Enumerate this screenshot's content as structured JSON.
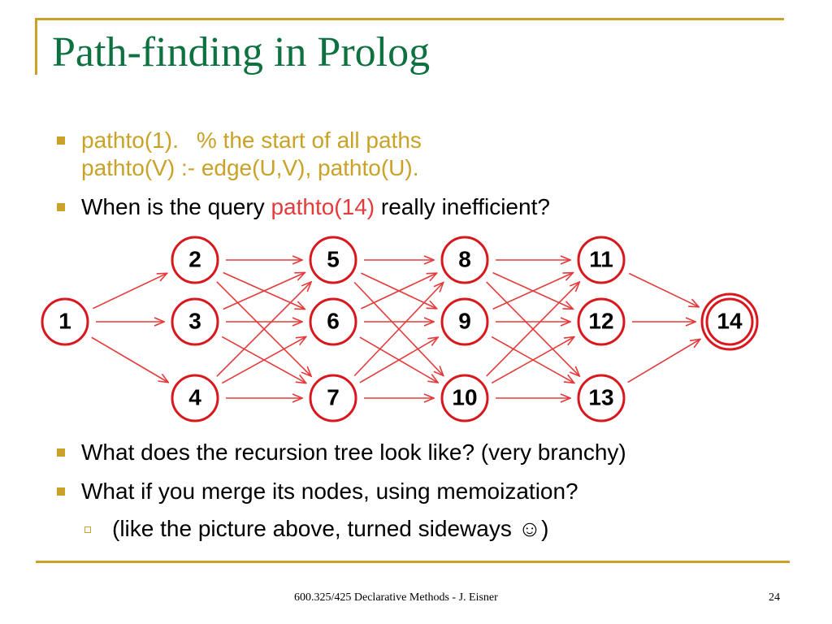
{
  "title": "Path-finding in Prolog",
  "bullets": {
    "b1_line1_code": "pathto(1).",
    "b1_line1_comment": "% the start of all paths",
    "b1_line2": "pathto(V) :- edge(U,V), pathto(U).",
    "b2_before": "When is the query ",
    "b2_highlight": "pathto(14)",
    "b2_after": " really inefficient?",
    "b3": "What does the recursion tree look like? (very branchy)",
    "b4": "What if you merge its nodes, using memoization?",
    "sub1": "(like the picture above, turned sideways ☺)"
  },
  "graph": {
    "nodes": [
      "1",
      "2",
      "3",
      "4",
      "5",
      "6",
      "7",
      "8",
      "9",
      "10",
      "11",
      "12",
      "13",
      "14"
    ],
    "goal_node": "14",
    "edges": [
      [
        "1",
        "2"
      ],
      [
        "1",
        "3"
      ],
      [
        "1",
        "4"
      ],
      [
        "2",
        "5"
      ],
      [
        "2",
        "6"
      ],
      [
        "2",
        "7"
      ],
      [
        "3",
        "5"
      ],
      [
        "3",
        "6"
      ],
      [
        "3",
        "7"
      ],
      [
        "4",
        "5"
      ],
      [
        "4",
        "6"
      ],
      [
        "4",
        "7"
      ],
      [
        "5",
        "8"
      ],
      [
        "5",
        "9"
      ],
      [
        "5",
        "10"
      ],
      [
        "6",
        "8"
      ],
      [
        "6",
        "9"
      ],
      [
        "6",
        "10"
      ],
      [
        "7",
        "8"
      ],
      [
        "7",
        "9"
      ],
      [
        "7",
        "10"
      ],
      [
        "8",
        "11"
      ],
      [
        "8",
        "12"
      ],
      [
        "8",
        "13"
      ],
      [
        "9",
        "11"
      ],
      [
        "9",
        "12"
      ],
      [
        "9",
        "13"
      ],
      [
        "10",
        "11"
      ],
      [
        "10",
        "12"
      ],
      [
        "10",
        "13"
      ],
      [
        "11",
        "14"
      ],
      [
        "12",
        "14"
      ],
      [
        "13",
        "14"
      ]
    ]
  },
  "footer": {
    "course": "600.325/425 Declarative Methods - J. Eisner",
    "page": "24"
  },
  "colors": {
    "accent": "#c9a227",
    "title": "#0d7240",
    "edge": "#e53a3a",
    "node_stroke": "#d9181e"
  }
}
